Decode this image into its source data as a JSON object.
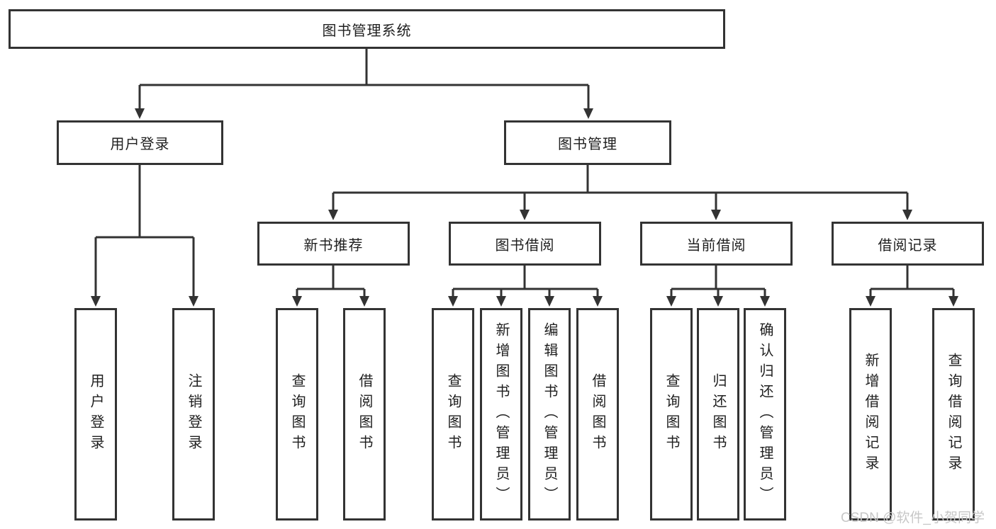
{
  "diagram": {
    "root": {
      "label": "图书管理系统"
    },
    "branches": [
      {
        "label": "用户登录",
        "children": [
          {
            "label": "用户登录"
          },
          {
            "label": "注销登录"
          }
        ]
      },
      {
        "label": "图书管理",
        "children": [
          {
            "label": "新书推荐",
            "children": [
              {
                "label": "查询图书"
              },
              {
                "label": "借阅图书"
              }
            ]
          },
          {
            "label": "图书借阅",
            "children": [
              {
                "label": "查询图书"
              },
              {
                "label": "新增图书（管理员）"
              },
              {
                "label": "编辑图书（管理员）"
              },
              {
                "label": "借阅图书"
              }
            ]
          },
          {
            "label": "当前借阅",
            "children": [
              {
                "label": "查询图书"
              },
              {
                "label": "归还图书"
              },
              {
                "label": "确认归还（管理员）"
              }
            ]
          },
          {
            "label": "借阅记录",
            "children": [
              {
                "label": "新增借阅记录"
              },
              {
                "label": "查询借阅记录"
              }
            ]
          }
        ]
      }
    ],
    "watermark": "CSDN @软件_小贺同学"
  },
  "colors": {
    "line": "#333333",
    "border": "#333333",
    "text": "#1f1f1f",
    "watermark": "#c7c7c7",
    "background": "#ffffff"
  }
}
